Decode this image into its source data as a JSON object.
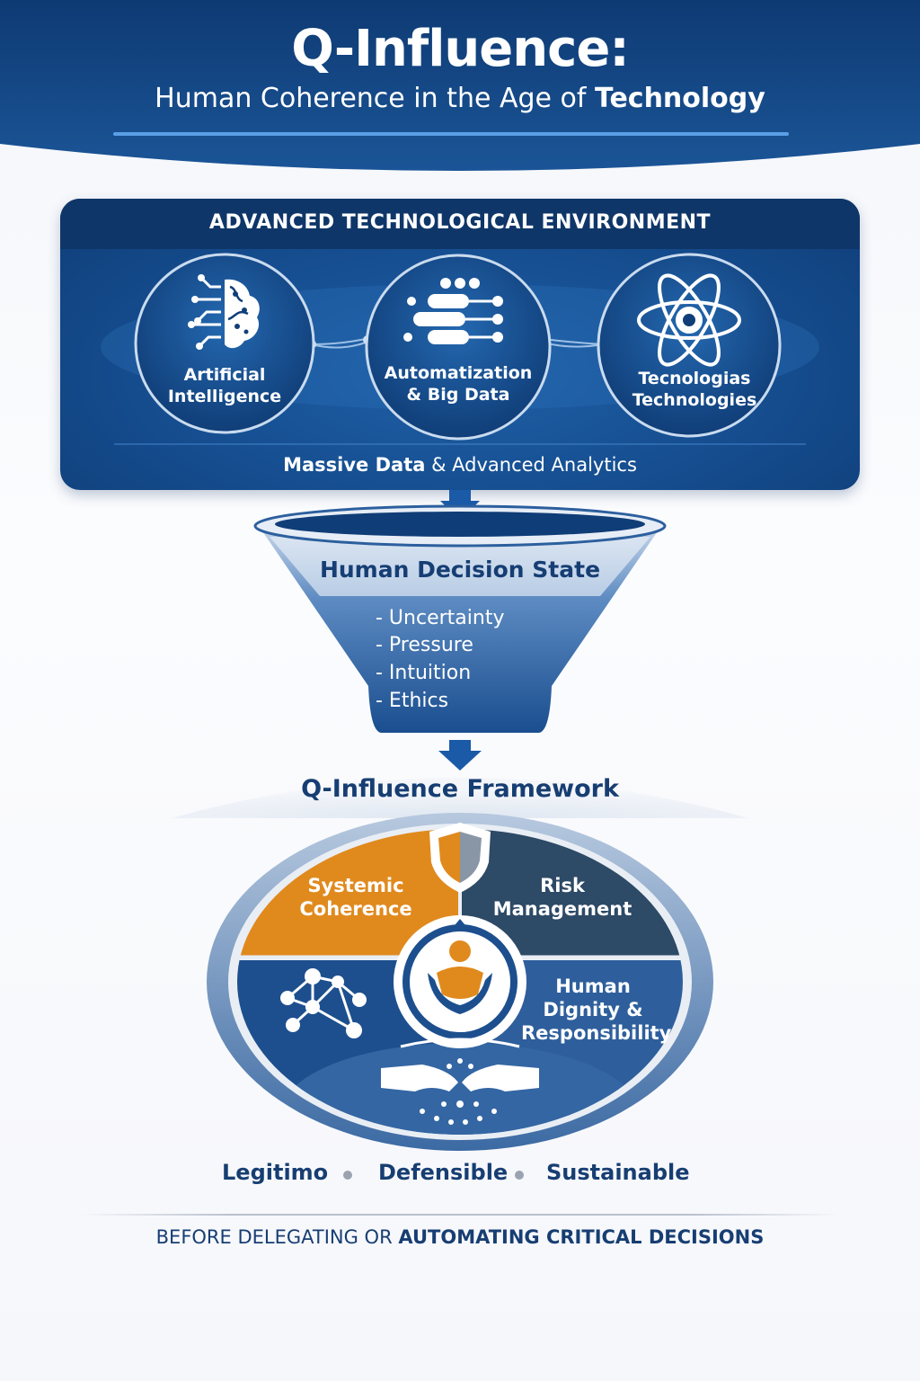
{
  "header": {
    "title": "Q-Influence:",
    "subtitle_plain": "Human Coherence in the Age of ",
    "subtitle_bold": "Technology"
  },
  "environment": {
    "title": "ADVANCED TECHNOLOGICAL ENVIRONMENT",
    "nodes": [
      {
        "line1": "Artificial",
        "line2": "Intelligence",
        "icon": "brain-circuit-icon"
      },
      {
        "line1": "Automatization",
        "line2": "& Big Data",
        "icon": "data-pipeline-icon"
      },
      {
        "line1": "Tecnologias",
        "line2": "Technologies",
        "icon": "atom-icon"
      }
    ],
    "footer_bold": "Massive Data",
    "footer_plain": " & Advanced Analytics"
  },
  "decision_state": {
    "title": "Human Decision State",
    "items": [
      "- Uncertainty",
      "- Pressure",
      "- Intuition",
      "- Ethics"
    ]
  },
  "framework": {
    "title": "Q-Influence Framework",
    "quadrants": {
      "top_left": {
        "line1": "Systemic",
        "line2": "Coherence"
      },
      "top_right": {
        "line1": "Risk",
        "line2": "Management"
      },
      "bottom_right": {
        "line1": "Human",
        "line2": "Dignity &",
        "line3": "Responsibility"
      }
    },
    "icons": [
      "shield-icon",
      "network-icon",
      "person-in-hands-icon",
      "handshake-icon"
    ]
  },
  "outcomes": [
    "Legitimo",
    "Defensible",
    "Sustainable"
  ],
  "footer": {
    "plain": "BEFORE DELEGATING OR ",
    "bold": "AUTOMATING CRITICAL DECISIONS"
  },
  "colors": {
    "navy": "#0f3d77",
    "accent_orange": "#e0821a",
    "slate": "#2d4a66",
    "title_text": "#173e72"
  }
}
